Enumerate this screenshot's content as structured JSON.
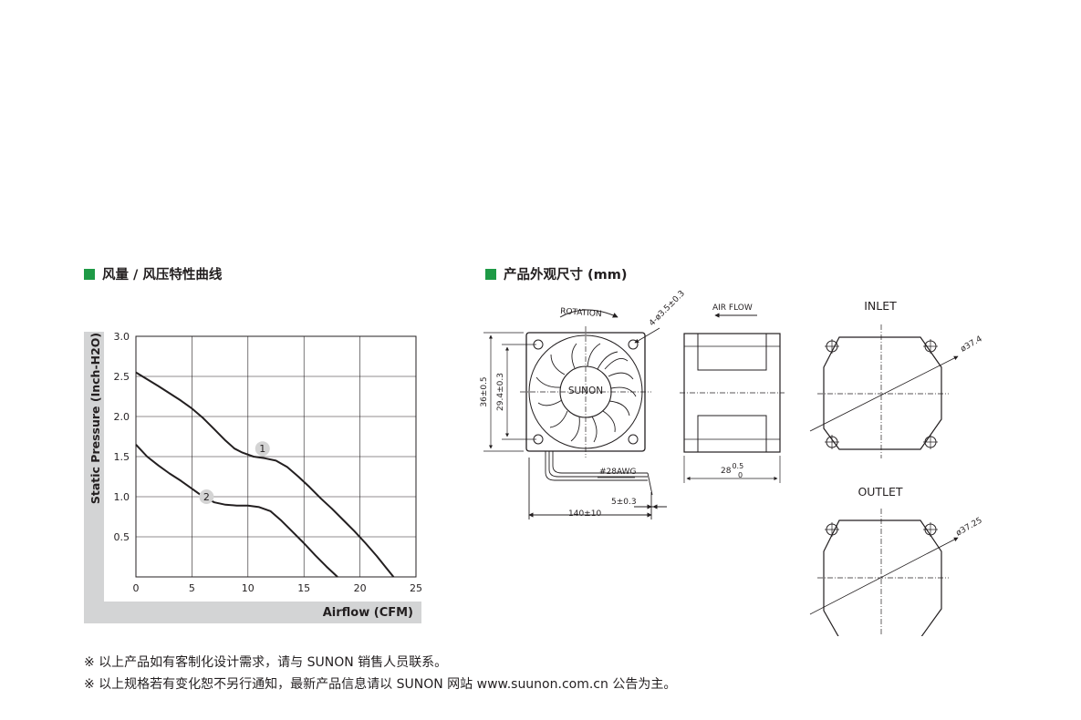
{
  "colors": {
    "bullet": "#1e9a46",
    "chart_panel": "#d3d4d5",
    "line": "#231f20",
    "marker": "#d4d4d4"
  },
  "sections": {
    "pq_curve": {
      "title": "风量 / 风压特性曲线",
      "icon": "green-square-icon"
    },
    "dimensions": {
      "title": "产品外观尺寸 (mm)",
      "icon": "green-square-icon"
    }
  },
  "chart_data": {
    "type": "line",
    "xlabel": "Airflow (CFM)",
    "ylabel": "Static Pressure (Inch-H2O)",
    "xlim": [
      0,
      25
    ],
    "ylim": [
      0,
      3
    ],
    "x_ticks": [
      "0",
      "5",
      "10",
      "15",
      "20",
      "25"
    ],
    "y_ticks": [
      "0.5",
      "1.0",
      "1.5",
      "2.0",
      "2.5",
      "3.0"
    ],
    "grid": true,
    "series": [
      {
        "name": "1",
        "points": [
          [
            0,
            2.55
          ],
          [
            2,
            2.38
          ],
          [
            4,
            2.2
          ],
          [
            5,
            2.1
          ],
          [
            6,
            1.98
          ],
          [
            7,
            1.84
          ],
          [
            8,
            1.7
          ],
          [
            8.8,
            1.6
          ],
          [
            9.5,
            1.55
          ],
          [
            10.5,
            1.5
          ],
          [
            11.5,
            1.48
          ],
          [
            12.5,
            1.45
          ],
          [
            13.5,
            1.37
          ],
          [
            14.5,
            1.25
          ],
          [
            15.5,
            1.12
          ],
          [
            16.5,
            0.98
          ],
          [
            17.5,
            0.85
          ],
          [
            18.5,
            0.71
          ],
          [
            19.5,
            0.57
          ],
          [
            20.5,
            0.42
          ],
          [
            21.5,
            0.26
          ],
          [
            22.3,
            0.12
          ],
          [
            23,
            0
          ]
        ]
      },
      {
        "name": "2",
        "points": [
          [
            0,
            1.65
          ],
          [
            1,
            1.5
          ],
          [
            2,
            1.39
          ],
          [
            3,
            1.29
          ],
          [
            4,
            1.2
          ],
          [
            5,
            1.1
          ],
          [
            6,
            1.0
          ],
          [
            7,
            0.93
          ],
          [
            8,
            0.9
          ],
          [
            9,
            0.89
          ],
          [
            10,
            0.89
          ],
          [
            11,
            0.87
          ],
          [
            12,
            0.82
          ],
          [
            13,
            0.7
          ],
          [
            14,
            0.56
          ],
          [
            15,
            0.42
          ],
          [
            16,
            0.27
          ],
          [
            17,
            0.13
          ],
          [
            18,
            0
          ]
        ]
      }
    ],
    "series_markers": [
      {
        "label": "1",
        "x": 11.3,
        "y": 1.6
      },
      {
        "label": "2",
        "x": 6.3,
        "y": 1.0
      }
    ]
  },
  "drawing": {
    "rotation_label": "ROTATION",
    "hole_label": "4-ø3.5±0.3",
    "brand": "SUNON",
    "dim_outer": "36±0.5",
    "dim_inner": "29.4±0.3",
    "wire_gauge": "#28AWG",
    "strip_len": "5±0.3",
    "lead_len": "140±10",
    "airflow_label": "AIR FLOW",
    "depth_base": "28",
    "depth_sup": "0.5",
    "depth_sub": "0",
    "inlet_title": "INLET",
    "inlet_dia": "ø37.4",
    "outlet_title": "OUTLET",
    "outlet_dia": "ø37.25"
  },
  "notes": [
    "※ 以上产品如有客制化设计需求，请与 SUNON 销售人员联系。",
    "※ 以上规格若有变化恕不另行通知，最新产品信息请以 SUNON 网站 www.suunon.com.cn 公告为主。"
  ]
}
